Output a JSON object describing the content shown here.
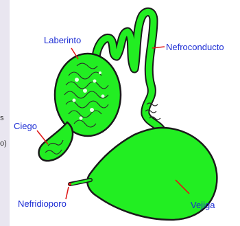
{
  "labels": {
    "laberinto": "Laberinto",
    "nefroconducto": "Nefroconducto",
    "ciego": "Ciego",
    "nefridioporo": "Nefridioporo",
    "vejiga": "Vejiga"
  },
  "edge_text": {
    "fragment_1": "s",
    "fragment_2": "o)"
  },
  "colors": {
    "organ_fill": "#22ee22",
    "outline": "#1a1a1a",
    "label_text": "#1a2bd4",
    "leader_line": "#e01818",
    "texture_light": "#e8ffe8",
    "texture_dark": "#2a2a2a"
  }
}
